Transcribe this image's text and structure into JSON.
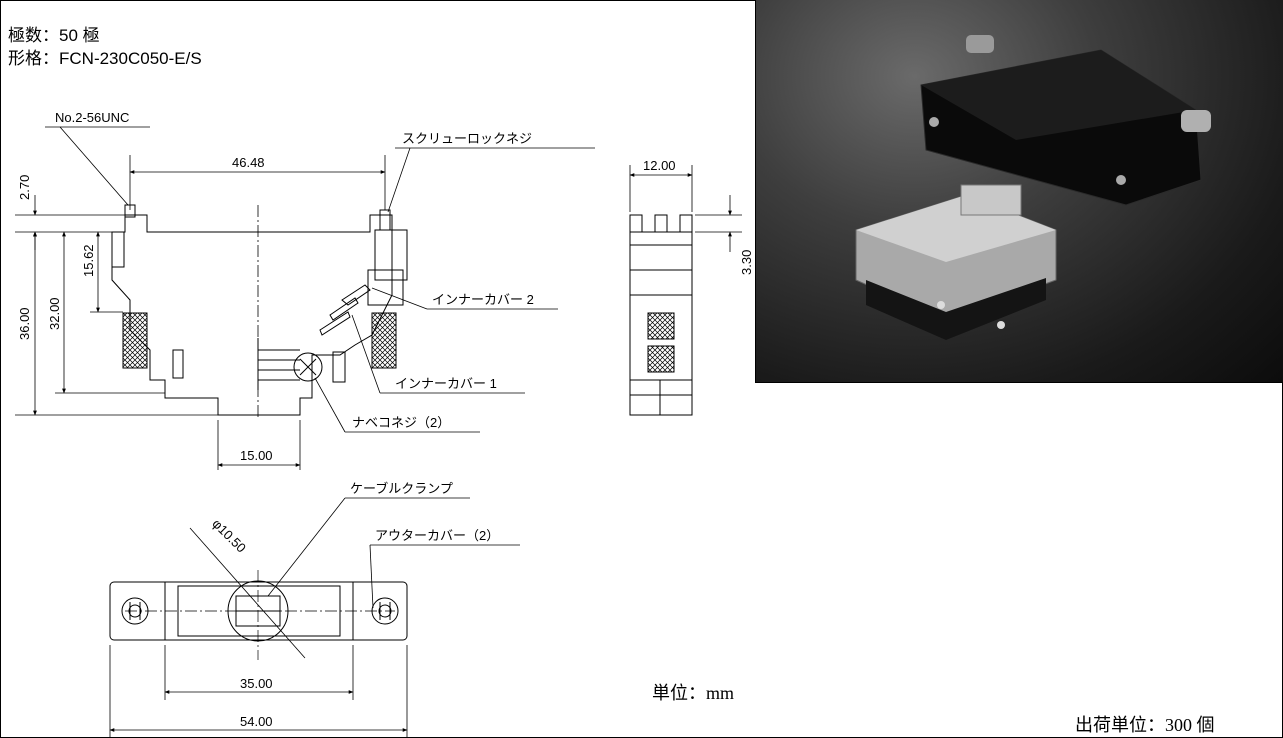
{
  "header": {
    "poles_line": "極数：50 極",
    "model_line": "形格：FCN-230C050-E/S"
  },
  "callouts": {
    "screw_thread": "No.2-56UNC",
    "screw_lock": "スクリューロックネジ",
    "inner_cover_2": "インナーカバー 2",
    "inner_cover_1": "インナーカバー 1",
    "pan_screw": "ナベコネジ（2）",
    "cable_clamp": "ケーブルクランプ",
    "outer_cover": "アウターカバー（2）"
  },
  "dimensions": {
    "d_2_70": "2.70",
    "d_46_48": "46.48",
    "d_36_00": "36.00",
    "d_32_00": "32.00",
    "d_15_62": "15.62",
    "d_15_00": "15.00",
    "d_12_00": "12.00",
    "d_3_30": "3.30",
    "d_phi_10_50": "φ10.50",
    "d_35_00": "35.00",
    "d_54_00": "54.00"
  },
  "footer": {
    "unit": "単位：mm",
    "shipping_unit": "出荷単位：300 個"
  },
  "photo": {
    "description_icon": "connector-photo"
  }
}
